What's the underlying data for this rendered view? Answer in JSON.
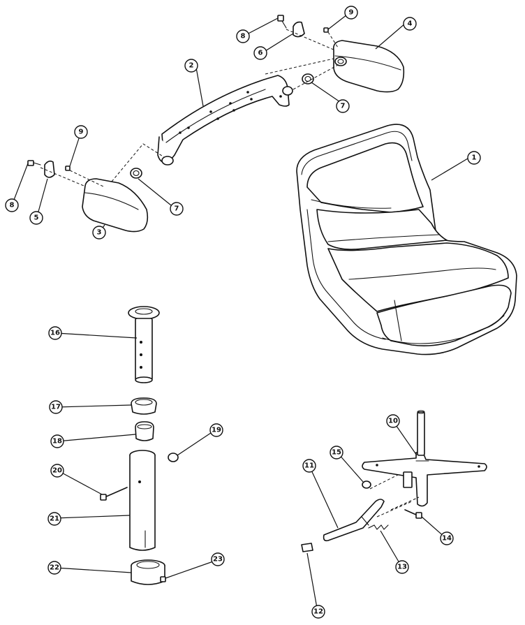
{
  "callouts": [
    {
      "id": "c1",
      "label": "1"
    },
    {
      "id": "c2",
      "label": "2"
    },
    {
      "id": "c3",
      "label": "3"
    },
    {
      "id": "c4",
      "label": "4"
    },
    {
      "id": "c5",
      "label": "5"
    },
    {
      "id": "c6",
      "label": "6"
    },
    {
      "id": "c7a",
      "label": "7"
    },
    {
      "id": "c7b",
      "label": "7"
    },
    {
      "id": "c8a",
      "label": "8"
    },
    {
      "id": "c8b",
      "label": "8"
    },
    {
      "id": "c9a",
      "label": "9"
    },
    {
      "id": "c9b",
      "label": "9"
    },
    {
      "id": "c10",
      "label": "10"
    },
    {
      "id": "c11",
      "label": "11"
    },
    {
      "id": "c12",
      "label": "12"
    },
    {
      "id": "c13",
      "label": "13"
    },
    {
      "id": "c14",
      "label": "14"
    },
    {
      "id": "c15",
      "label": "15"
    },
    {
      "id": "c16",
      "label": "16"
    },
    {
      "id": "c17",
      "label": "17"
    },
    {
      "id": "c18",
      "label": "18"
    },
    {
      "id": "c19",
      "label": "19"
    },
    {
      "id": "c20",
      "label": "20"
    },
    {
      "id": "c21",
      "label": "21"
    },
    {
      "id": "c22",
      "label": "22"
    },
    {
      "id": "c23",
      "label": "23"
    }
  ]
}
